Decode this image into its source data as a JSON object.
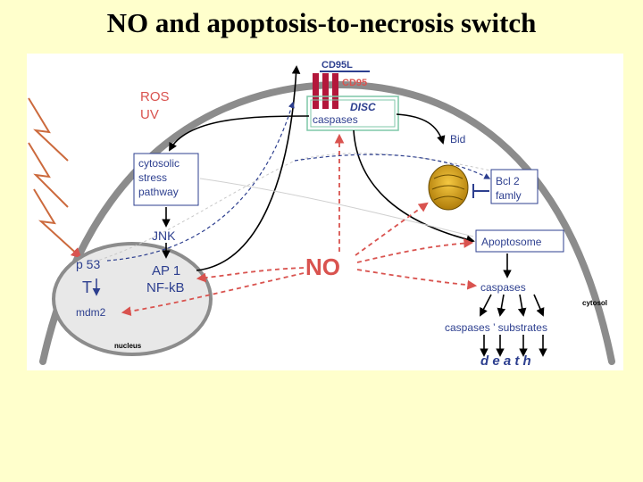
{
  "title": "NO and apoptosis-to-necrosis switch",
  "diagram": {
    "membrane_labels": {
      "ligand": "CD95L",
      "receptor": "CD95",
      "disc": "DISC",
      "disc_caspases": "caspases"
    },
    "stimuli": [
      "ROS",
      "UV"
    ],
    "nodes": {
      "stress_pathway": [
        "cytosolic",
        "stress",
        "pathway"
      ],
      "jnk": "JNK",
      "p53": "p 53",
      "ap1": "AP 1",
      "nfkb": "NF-kB",
      "mdm2": "mdm2",
      "nucleus": "nucleus",
      "bid": "Bid",
      "bcl2": [
        "Bcl 2",
        "famly"
      ],
      "apoptosome": "Apoptosome",
      "caspases": "caspases",
      "substrates": "caspases ’ substrates",
      "death": "d e a t h",
      "cytosol": "cytosol",
      "no": "NO"
    },
    "colors": {
      "arrow_red": "#d9534f",
      "text_blue": "#2d3f8f",
      "receptor_red": "#b3173b",
      "membrane_gray": "#8c8c8c",
      "mito_gold": "#d4a017",
      "nucleus_fill": "#e8e8e8",
      "background": "#ffffcc"
    }
  }
}
